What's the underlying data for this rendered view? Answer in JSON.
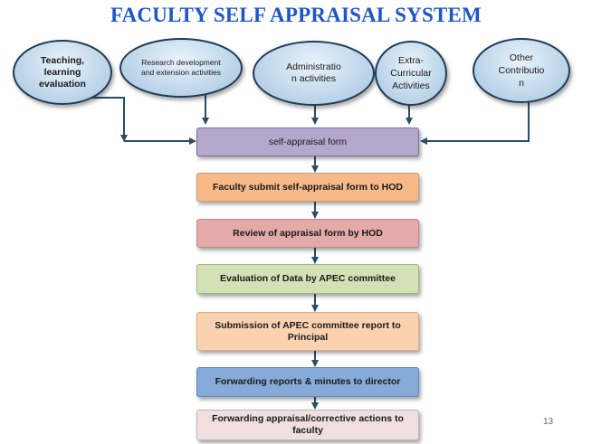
{
  "title": "FACULTY SELF APPRAISAL SYSTEM",
  "inputs": [
    {
      "label": "Teaching, learning evaluation"
    },
    {
      "label": "Research development and extension activities"
    },
    {
      "label": "Administratio n activities"
    },
    {
      "label": "Extra- Curricular Activities"
    },
    {
      "label": "Other Contributio n"
    }
  ],
  "steps": [
    {
      "label": "self-appraisal form",
      "color": "#b6a8cc"
    },
    {
      "label": "Faculty submit self-appraisal form to HOD",
      "color": "#f7b987"
    },
    {
      "label": "Review of appraisal form by HOD",
      "color": "#e3aaa9"
    },
    {
      "label": "Evaluation of Data by APEC committee",
      "color": "#d2e2b6"
    },
    {
      "label": "Submission of APEC committee report to Principal",
      "color": "#fbd2b0"
    },
    {
      "label": "Forwarding reports & minutes to director",
      "color": "#87abd9"
    },
    {
      "label": "Forwarding appraisal/corrective actions to faculty",
      "color": "#f1dede"
    }
  ],
  "page_number": "13",
  "colors": {
    "title": "#1e56c8",
    "connector": "#2b4c66"
  }
}
